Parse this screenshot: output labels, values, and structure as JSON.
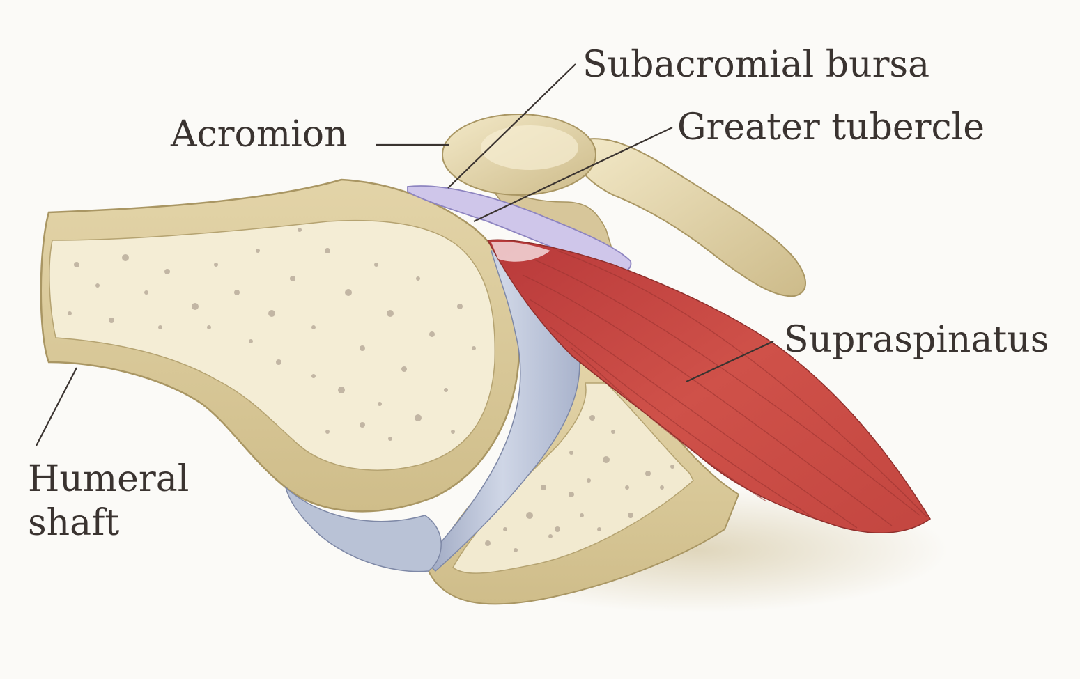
{
  "labels": {
    "subacromial_bursa": "Subacromial bursa",
    "acromion": "Acromion",
    "greater_tubercle": "Greater tubercle",
    "supraspinatus": "Supraspinatus",
    "humeral_shaft_line1": "Humeral",
    "humeral_shaft_line2": "shaft"
  },
  "colors": {
    "background": "#fbfaf7",
    "cortical_bone": "#d8c89a",
    "cancellous_bone": "#f4edd5",
    "bone_pores": "#a8998a",
    "cartilage": "#b8c1d6",
    "bursa": "#c9c0e6",
    "muscle": "#c64a44",
    "label_text": "#3a3330"
  }
}
